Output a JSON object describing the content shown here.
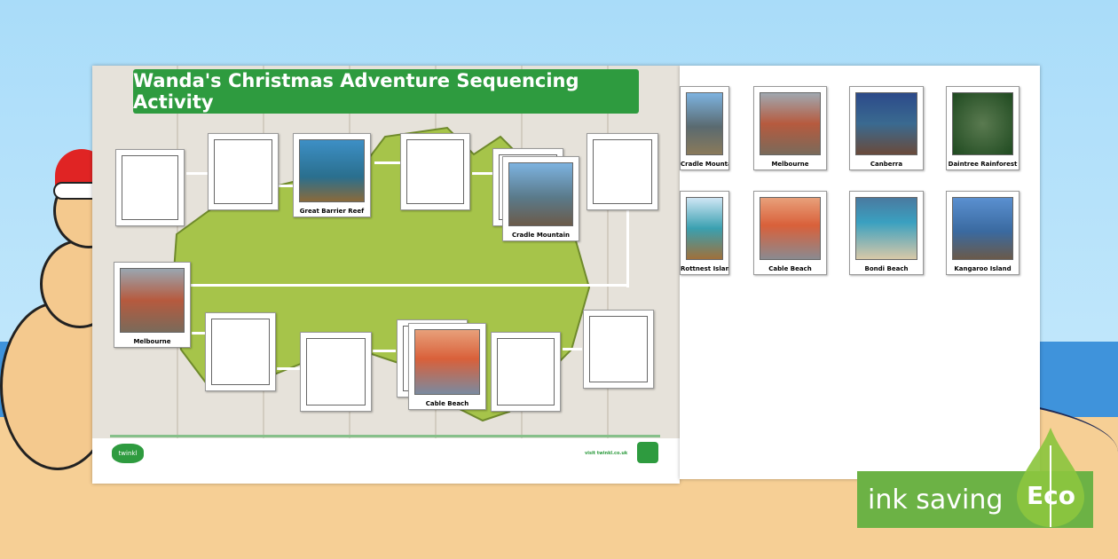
{
  "sheet": {
    "title": "Wanda's Christmas Adventure Sequencing Activity",
    "footer_logo": "twinkl",
    "footer_text": "visit twinkl.co.uk"
  },
  "left_cards": [
    "Great Barrier Reef",
    "Cradle Mountain",
    "Melbourne",
    "Cable Beach"
  ],
  "right_cards": [
    "Cradle Mountain",
    "Melbourne",
    "Canberra",
    "Daintree Rainforest",
    "Rottnest Island",
    "Cable Beach",
    "Bondi Beach",
    "Kangaroo Island"
  ],
  "badge": {
    "text": "ink saving",
    "eco": "Eco"
  },
  "colors": {
    "green": "#2e9b3f",
    "map": "#a6c44a",
    "badge": "#6cb245"
  }
}
